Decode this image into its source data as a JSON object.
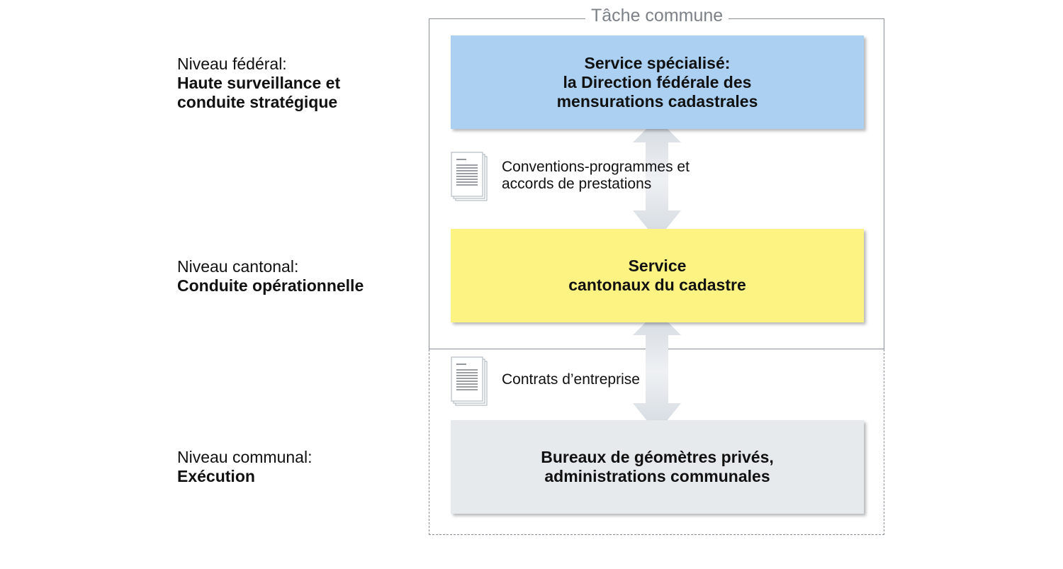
{
  "levels": {
    "federal": {
      "title": "Niveau fédéral:",
      "subtitle_line1": "Haute surveillance et",
      "subtitle_line2": "conduite stratégique"
    },
    "cantonal": {
      "title": "Niveau cantonal:",
      "subtitle": "Conduite opérationnelle"
    },
    "communal": {
      "title": "Niveau communal:",
      "subtitle": "Exécution"
    }
  },
  "frame_label": "Tâche commune",
  "boxes": {
    "federal": {
      "text": "Service spécialisé:\nla Direction fédérale des\nmensurations cadastrales",
      "color": "#abd0f2"
    },
    "cantonal": {
      "text": "Service\ncantonaux du cadastre",
      "color": "#fdf383"
    },
    "communal": {
      "text": "Bureaux de géomètres privés,\nadministrations communales",
      "color": "#e7eaed"
    }
  },
  "relations": {
    "federal_cantonal": {
      "line1": "Conventions-programmes et",
      "line2": "accords de prestations",
      "icon": "document-stack-icon"
    },
    "cantonal_communal": {
      "line1": "Contrats d’entreprise",
      "icon": "document-stack-icon"
    }
  },
  "arrow_color": "#d7dde4"
}
